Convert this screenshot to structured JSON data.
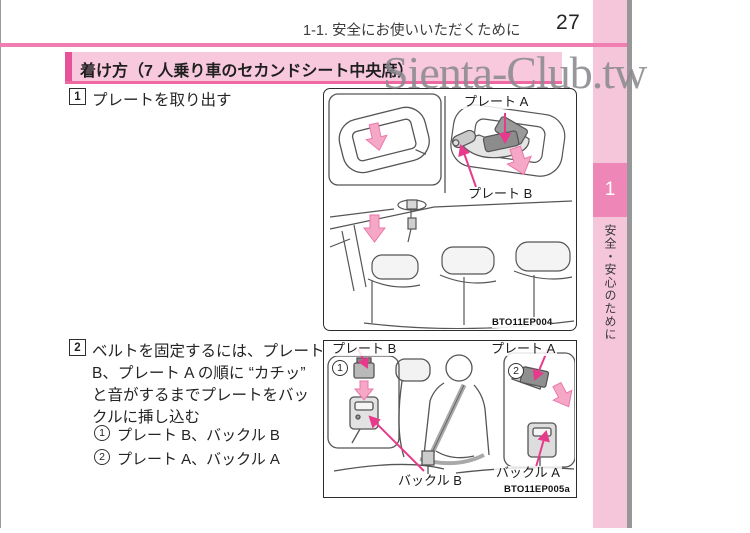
{
  "header": {
    "breadcrumb": "1-1. 安全にお使いいただくために",
    "page_number": "27"
  },
  "watermark": "Sienta-Club.tw",
  "section": {
    "title": "着け方（7 人乗り車のセカンドシート中央席）"
  },
  "step1": {
    "number": "1",
    "text": "プレートを取り出す"
  },
  "step2": {
    "number": "2",
    "line1": "ベルトを固定するには、プレート",
    "line2": "B、プレート A の順に “カチッ”",
    "line3": "と音がするまでプレートをバッ",
    "line4": "クルに挿し込む",
    "item1": {
      "number": "1",
      "text": "プレート B、バックル B"
    },
    "item2": {
      "number": "2",
      "text": "プレート A、バックル A"
    }
  },
  "figure1": {
    "label_plate_a": "プレート A",
    "label_plate_b": "プレート B",
    "code": "BTO11EP004"
  },
  "figure2": {
    "marker1": "1",
    "marker2": "2",
    "label_plate_b": "プレート B",
    "label_plate_a": "プレート A",
    "label_buckle_b": "バックル B",
    "label_buckle_a": "バックル A",
    "code": "BTO11EP005a"
  },
  "sidebar": {
    "tab_number": "1",
    "chapter_title": "安全・安心のために"
  },
  "colors": {
    "header_rule_pink": "#f07eb0",
    "title_bar_bg": "#f8c9dc",
    "title_accent": "#e8529a",
    "title_underline": "#ef68a2",
    "sidebar_bg": "#f5c6da",
    "sidebar_tab_bg": "#ee86b8",
    "pointer_pink": "#e83a8c",
    "arrow_fill_pink": "#f5a8c5",
    "page_edge_gray": "#979797"
  }
}
